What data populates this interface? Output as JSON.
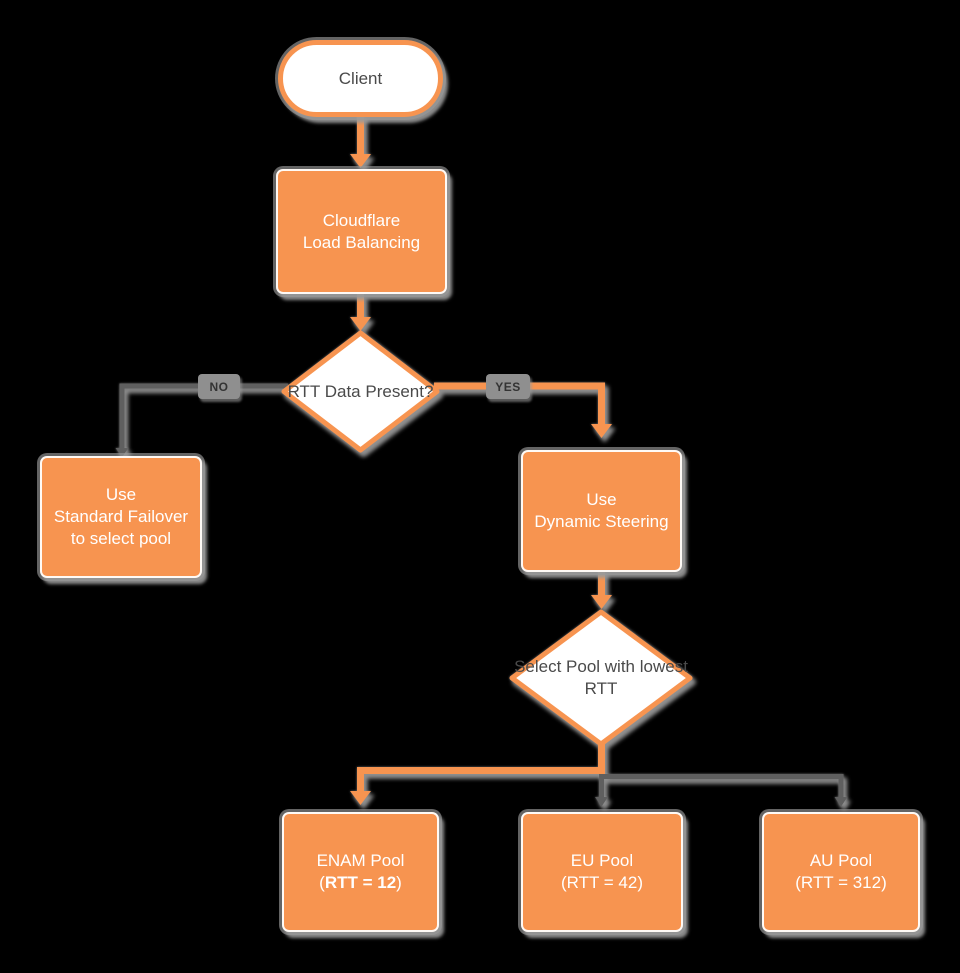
{
  "colors": {
    "accent_orange": "#F79450",
    "line_gray": "#5F5F5F",
    "shadow_gray": "#9A9A9A",
    "chip_gray": "#8F8F8F",
    "text_dark": "#4A4A4A",
    "text_white": "#FFFFFF",
    "shape_white": "#FFFFFF",
    "background": "#000000"
  },
  "nodes": {
    "client": {
      "label": "Client"
    },
    "load_balancing": {
      "label": "Cloudflare\nLoad Balancing"
    },
    "rtt_decision": {
      "label": "RTT Data\nPresent?"
    },
    "standard_failover": {
      "label": "Use\nStandard Failover\nto select pool"
    },
    "dynamic_steering": {
      "label": "Use\nDynamic Steering"
    },
    "select_pool": {
      "label": "Select Pool\nwith lowest RTT"
    },
    "enam_pool": {
      "name": "ENAM Pool",
      "rtt_prefix": "(",
      "rtt_bold": "RTT = 12",
      "rtt_suffix": ")"
    },
    "eu_pool": {
      "label": "EU Pool\n(RTT = 42)"
    },
    "au_pool": {
      "label": "AU Pool\n(RTT = 312)"
    }
  },
  "edges": {
    "no_label": "NO",
    "yes_label": "YES"
  }
}
